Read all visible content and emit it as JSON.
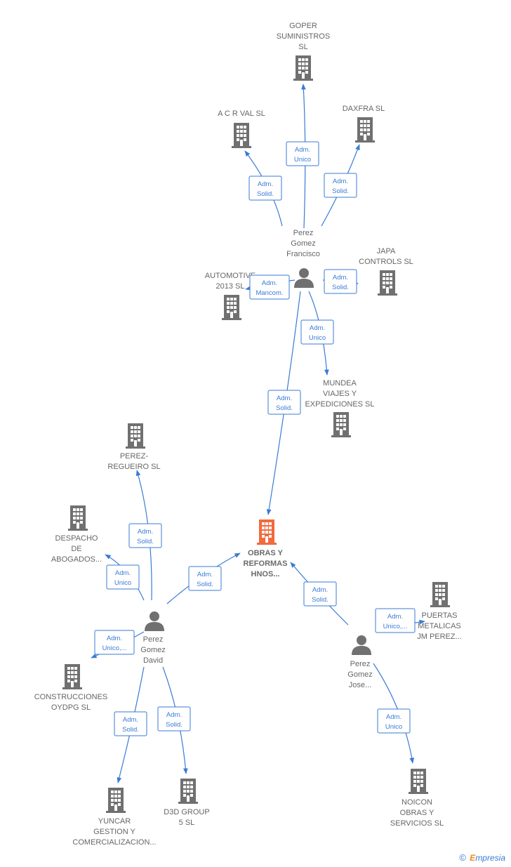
{
  "nodes": [
    {
      "id": "goper",
      "type": "company",
      "label": [
        "GOPER",
        "SUMINISTROS",
        "SL"
      ]
    },
    {
      "id": "acrval",
      "type": "company",
      "label": [
        "A C R VAL  SL"
      ]
    },
    {
      "id": "daxfra",
      "type": "company",
      "label": [
        "DAXFRA  SL"
      ]
    },
    {
      "id": "francisco",
      "type": "person",
      "label": [
        "Perez",
        "Gomez",
        "Francisco"
      ]
    },
    {
      "id": "japa",
      "type": "company",
      "label": [
        "JAPA",
        "CONTROLS SL"
      ]
    },
    {
      "id": "automotive",
      "type": "company",
      "label": [
        "AUTOMOTIVE",
        "2013  SL"
      ]
    },
    {
      "id": "mundea",
      "type": "company",
      "label": [
        "MUNDEA",
        "VIAJES Y",
        "EXPEDICIONES SL"
      ]
    },
    {
      "id": "perezregueiro",
      "type": "company",
      "label": [
        "PEREZ-",
        "REGUEIRO  SL"
      ]
    },
    {
      "id": "obras",
      "type": "company",
      "main": true,
      "label": [
        "OBRAS Y",
        "REFORMAS",
        "HNOS..."
      ]
    },
    {
      "id": "despacho",
      "type": "company",
      "label": [
        "DESPACHO",
        "DE",
        "ABOGADOS..."
      ]
    },
    {
      "id": "puertas",
      "type": "company",
      "label": [
        "PUERTAS",
        "METALICAS",
        "JM PEREZ..."
      ]
    },
    {
      "id": "david",
      "type": "person",
      "label": [
        "Perez",
        "Gomez",
        "David"
      ]
    },
    {
      "id": "jose",
      "type": "person",
      "label": [
        "Perez",
        "Gomez",
        "Jose..."
      ]
    },
    {
      "id": "construcciones",
      "type": "company",
      "label": [
        "CONSTRUCCIONES",
        "OYDPG  SL"
      ]
    },
    {
      "id": "d3d",
      "type": "company",
      "label": [
        "D3D GROUP",
        "5  SL"
      ]
    },
    {
      "id": "yuncar",
      "type": "company",
      "label": [
        "YUNCAR",
        "GESTION Y",
        "COMERCIALIZACION..."
      ]
    },
    {
      "id": "noicon",
      "type": "company",
      "label": [
        "NOICON",
        "OBRAS Y",
        "SERVICIOS  SL"
      ]
    }
  ],
  "edges": [
    {
      "id": "e1",
      "from": "francisco",
      "to": "goper",
      "label": [
        "Adm.",
        "Unico"
      ]
    },
    {
      "id": "e2",
      "from": "francisco",
      "to": "acrval",
      "label": [
        "Adm.",
        "Solid."
      ]
    },
    {
      "id": "e3",
      "from": "francisco",
      "to": "daxfra",
      "label": [
        "Adm.",
        "Solid."
      ]
    },
    {
      "id": "e4",
      "from": "francisco",
      "to": "japa",
      "label": [
        "Adm.",
        "Solid."
      ]
    },
    {
      "id": "e5",
      "from": "francisco",
      "to": "automotive",
      "label": [
        "Adm.",
        "Mancom."
      ]
    },
    {
      "id": "e6",
      "from": "francisco",
      "to": "mundea",
      "label": [
        "Adm.",
        "Unico"
      ]
    },
    {
      "id": "e7",
      "from": "francisco",
      "to": "obras",
      "label": [
        "Adm.",
        "Solid."
      ]
    },
    {
      "id": "e8",
      "from": "david",
      "to": "perezregueiro",
      "label": [
        "Adm.",
        "Solid."
      ]
    },
    {
      "id": "e9",
      "from": "david",
      "to": "despacho",
      "label": [
        "Adm.",
        "Unico"
      ]
    },
    {
      "id": "e10",
      "from": "david",
      "to": "obras",
      "label": [
        "Adm.",
        "Solid."
      ]
    },
    {
      "id": "e11",
      "from": "david",
      "to": "construcciones",
      "label": [
        "Adm.",
        "Unico,..."
      ]
    },
    {
      "id": "e12",
      "from": "david",
      "to": "yuncar",
      "label": [
        "Adm.",
        "Solid."
      ]
    },
    {
      "id": "e13",
      "from": "david",
      "to": "d3d",
      "label": [
        "Adm.",
        "Solid."
      ]
    },
    {
      "id": "e14",
      "from": "jose",
      "to": "obras",
      "label": [
        "Adm.",
        "Solid."
      ]
    },
    {
      "id": "e15",
      "from": "jose",
      "to": "puertas",
      "label": [
        "Adm.",
        "Unico,..."
      ]
    },
    {
      "id": "e16",
      "from": "jose",
      "to": "noicon",
      "label": [
        "Adm.",
        "Unico"
      ]
    }
  ],
  "colors": {
    "edge": "#3a7bd5",
    "icon": "#707070",
    "main_icon": "#f26a3d",
    "label": "#666666"
  },
  "credit": {
    "symbol": "©",
    "brand_first": "E",
    "brand_rest": "mpresia"
  }
}
